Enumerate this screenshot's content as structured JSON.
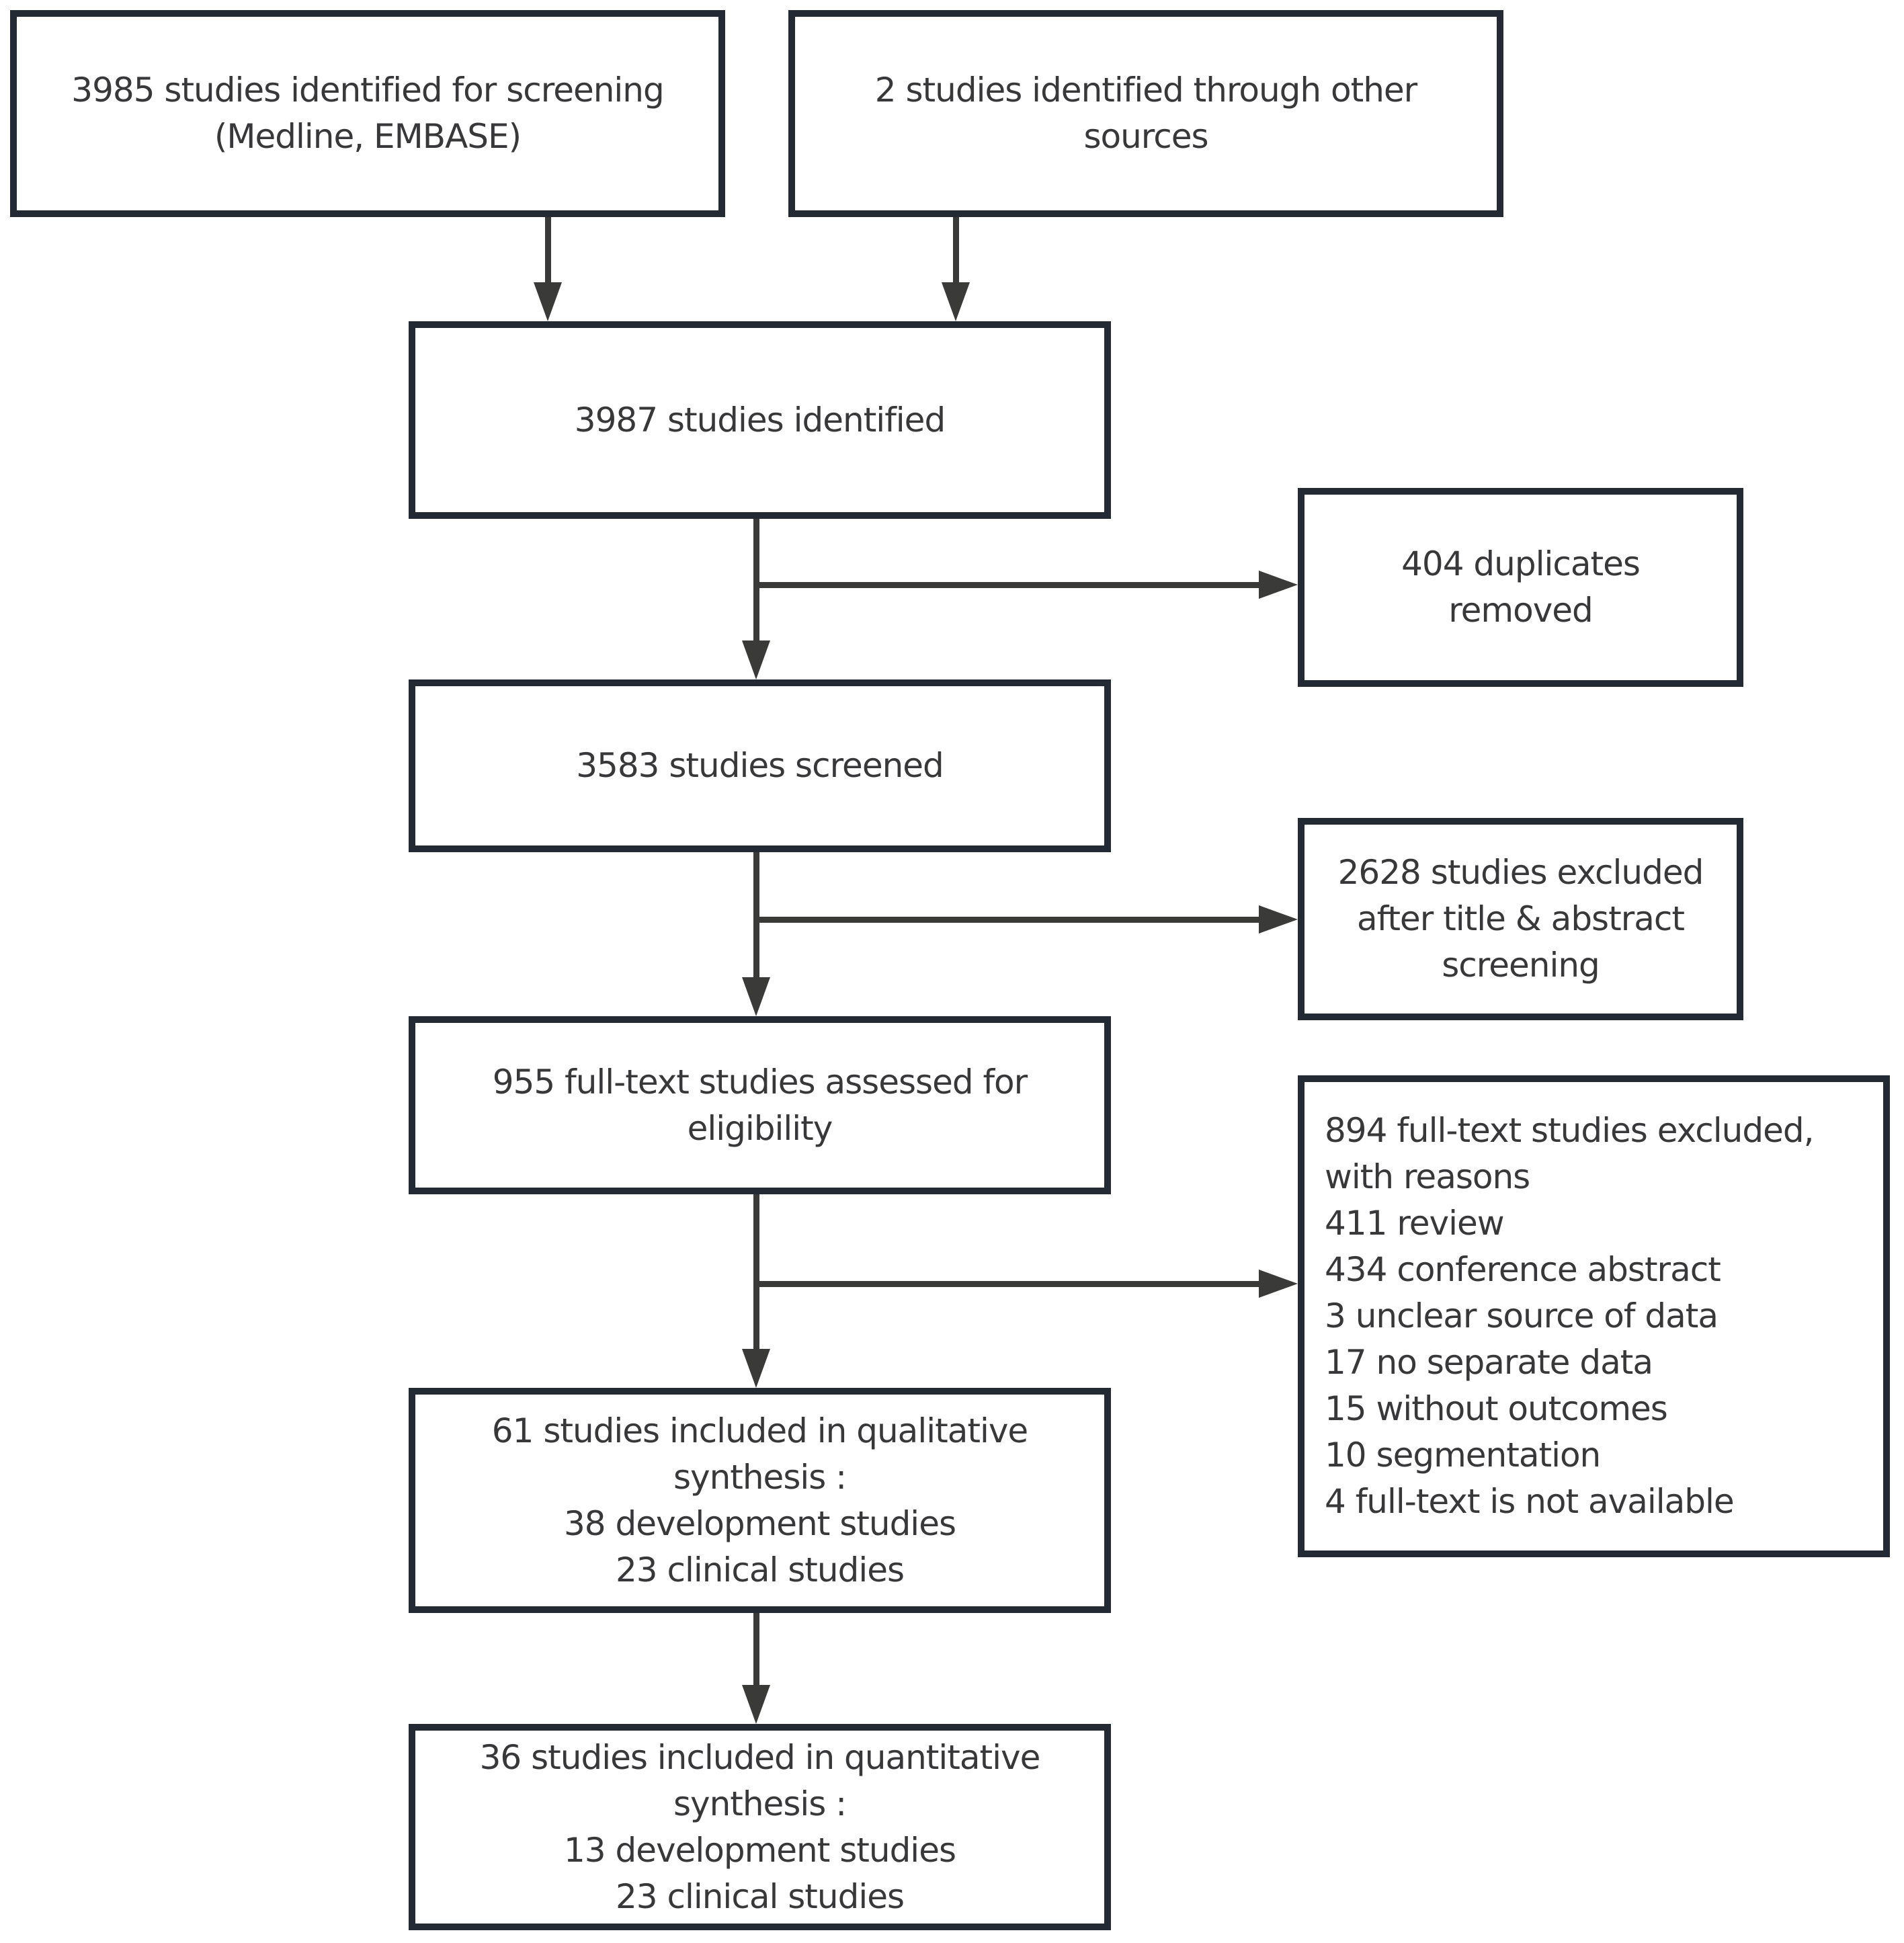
{
  "colors": {
    "background": "#ffffff",
    "box_border": "#232a33",
    "box_fill": "#ffffff",
    "connector": "#3a3a38",
    "text": "#38383a"
  },
  "boxes": {
    "source_medline": {
      "lines": [
        "3985 studies identified for screening",
        "(Medline, EMBASE)"
      ]
    },
    "source_other": {
      "lines": [
        "2 studies identified through other",
        "sources"
      ]
    },
    "identified": {
      "lines": [
        "3987 studies identified"
      ]
    },
    "duplicates_removed": {
      "lines": [
        "404 duplicates",
        "removed"
      ]
    },
    "screened": {
      "lines": [
        "3583 studies screened"
      ]
    },
    "excluded_title_abstract": {
      "lines": [
        "2628 studies excluded",
        "after title & abstract",
        "screening"
      ]
    },
    "fulltext_assessed": {
      "lines": [
        "955 full-text studies assessed for",
        "eligibility"
      ]
    },
    "fulltext_excluded": {
      "lines": [
        "894 full-text studies excluded,",
        "with reasons",
        "411 review",
        "434 conference abstract",
        "3 unclear source of data",
        "17 no separate data",
        "15 without outcomes",
        "10 segmentation",
        "4 full-text is not available"
      ]
    },
    "qualitative_synthesis": {
      "lines": [
        "61 studies included in qualitative",
        "synthesis :",
        "38 development studies",
        "23 clinical studies"
      ]
    },
    "quantitative_synthesis": {
      "lines": [
        "36 studies included in quantitative",
        "synthesis :",
        "13 development studies",
        "23 clinical studies"
      ]
    }
  }
}
